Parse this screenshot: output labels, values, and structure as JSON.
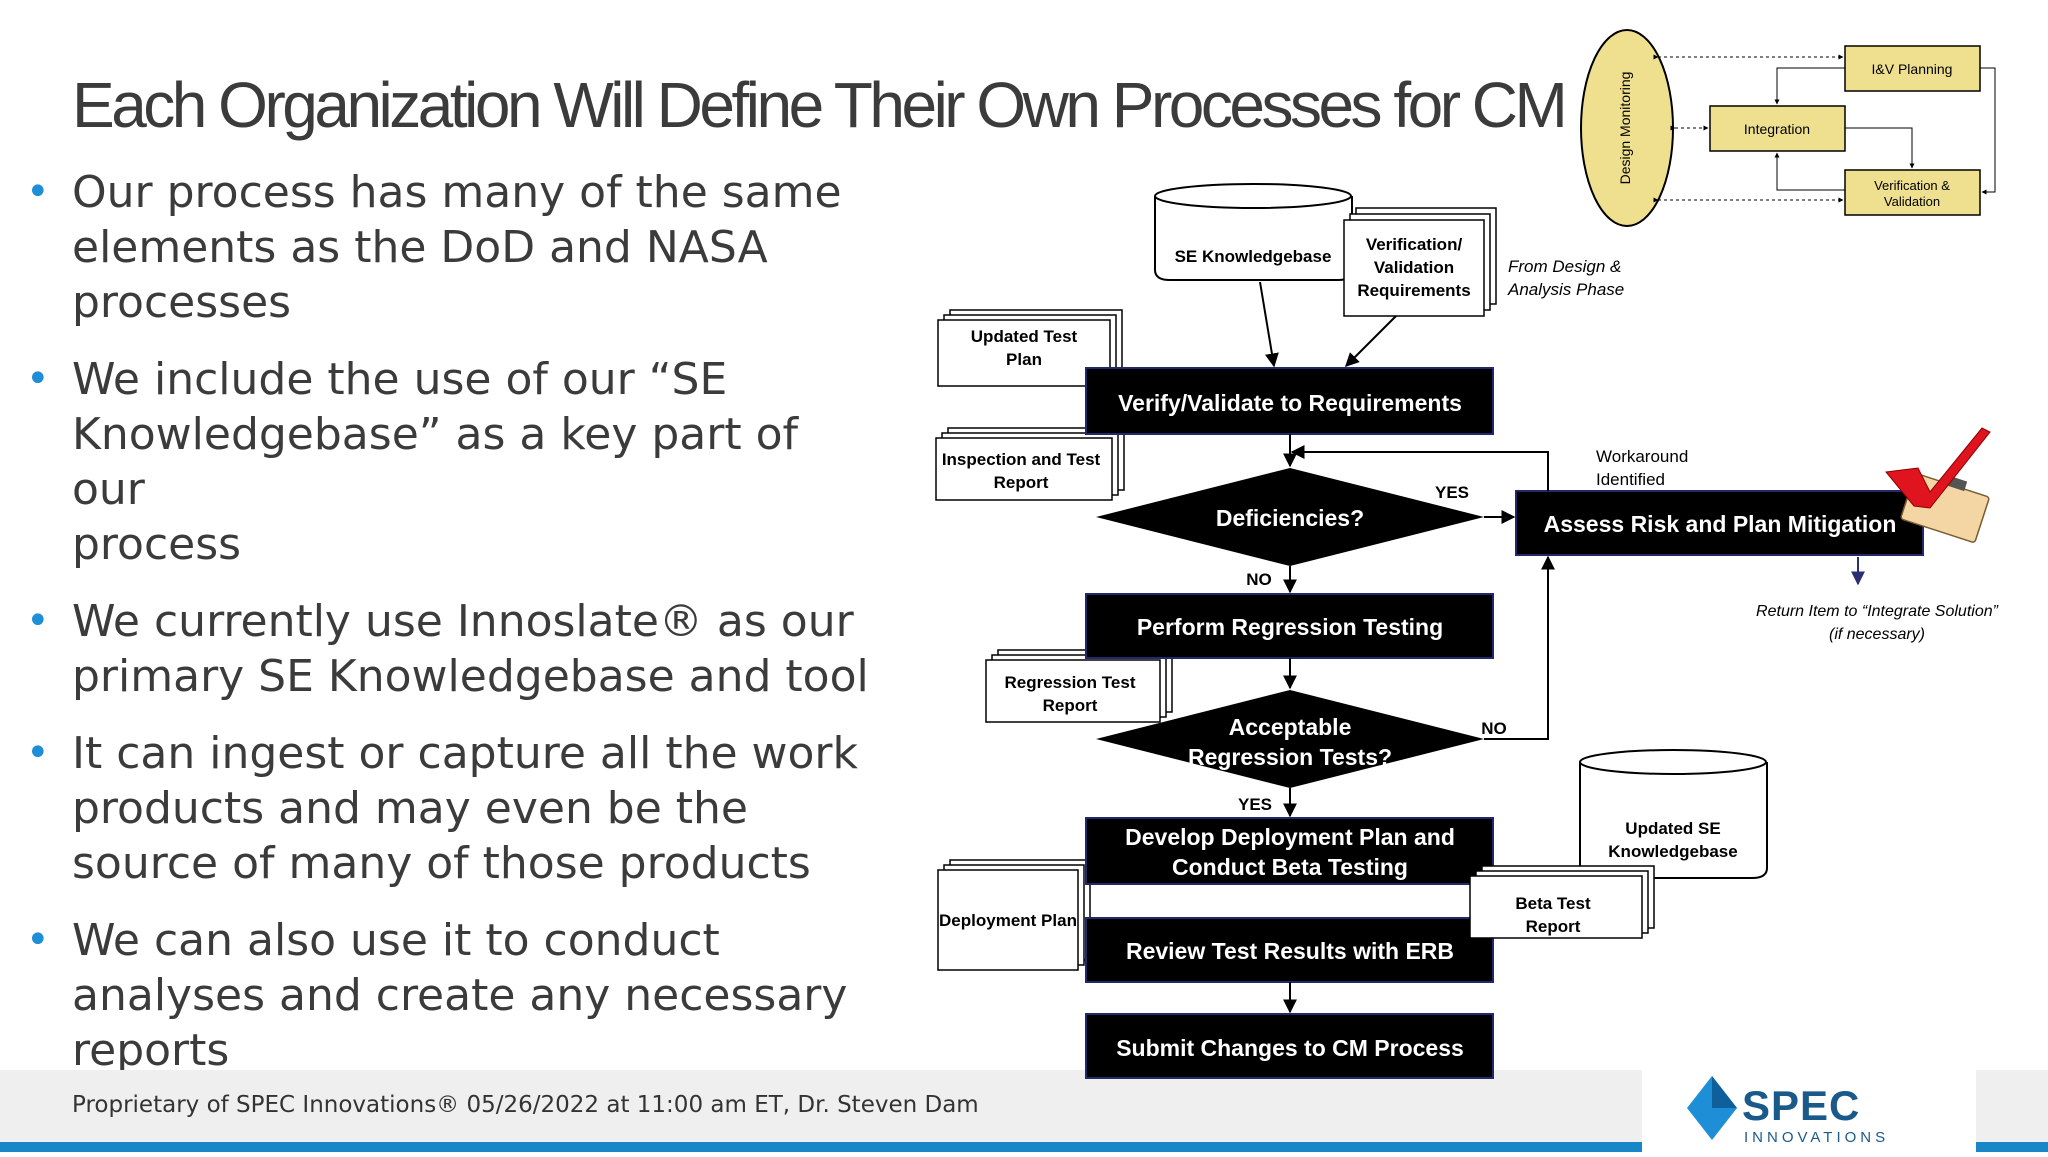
{
  "slide": {
    "title": "Each Organization Will Define Their Own Processes for CM",
    "bullets": [
      [
        "Our process has many of the same",
        "elements as the DoD and NASA",
        "processes"
      ],
      [
        "We include the use of our “SE",
        "Knowledgebase” as a key part of our",
        "process"
      ],
      [
        "We currently use Innoslate® as our",
        "primary SE Knowledgebase and tool"
      ],
      [
        "It can ingest or capture all the work",
        "products and may even be the",
        "source of many of those products"
      ],
      [
        "We can also use it to conduct",
        "analyses and create any necessary",
        "reports"
      ]
    ],
    "footer": "Proprietary of SPEC Innovations® 05/26/2022 at 11:00 am ET, Dr. Steven Dam",
    "logo": {
      "name": "SPEC",
      "sub": "INNOVATIONS",
      "color": "#1a5a8a"
    }
  },
  "flowchart": {
    "process_boxes": {
      "verify": "Verify/Validate to Requirements",
      "regression": "Perform Regression Testing",
      "develop": [
        "Develop Deployment Plan and",
        "Conduct Beta Testing"
      ],
      "review": "Review Test Results with ERB",
      "submit": "Submit Changes to CM Process",
      "assess": "Assess Risk and Plan Mitigation"
    },
    "decisions": {
      "deficiencies": [
        "Deficiencies?"
      ],
      "acceptable": [
        "Acceptable",
        "Regression Tests?"
      ]
    },
    "databases": {
      "se_kb": [
        "SE Knowledgebase"
      ],
      "updated_se_kb": [
        "Updated SE",
        "Knowledgebase"
      ]
    },
    "documents": {
      "vv_requirements": [
        "Verification/",
        "Validation",
        "Requirements"
      ],
      "updated_test_plan": [
        "Updated Test",
        "Plan"
      ],
      "inspection_report": [
        "Inspection and Test",
        "Report"
      ],
      "regression_report": [
        "Regression Test",
        "Report"
      ],
      "deployment_plan": [
        "Deployment Plan"
      ],
      "beta_report": [
        "Beta Test",
        "Report"
      ]
    },
    "edge_labels": {
      "yes1": "YES",
      "no1": "NO",
      "no2": "NO",
      "yes2": "YES"
    },
    "annotations": {
      "from_design": [
        "From Design &",
        "Analysis Phase"
      ],
      "workaround": [
        "Workaround",
        "Identified"
      ],
      "return_item": [
        "Return Item to “Integrate Solution”",
        "(if necessary)"
      ]
    },
    "colors": {
      "box": "#000000",
      "box_border": "#23276b",
      "check": "#e0141e",
      "clipboard": "#f5d9a8"
    }
  },
  "mini_diagram": {
    "monitor": "Design Monitoring",
    "boxes": {
      "iv": "I&V Planning",
      "integration": "Integration",
      "vv": [
        "Verification &",
        "Validation"
      ]
    },
    "color": "#efe08f"
  }
}
